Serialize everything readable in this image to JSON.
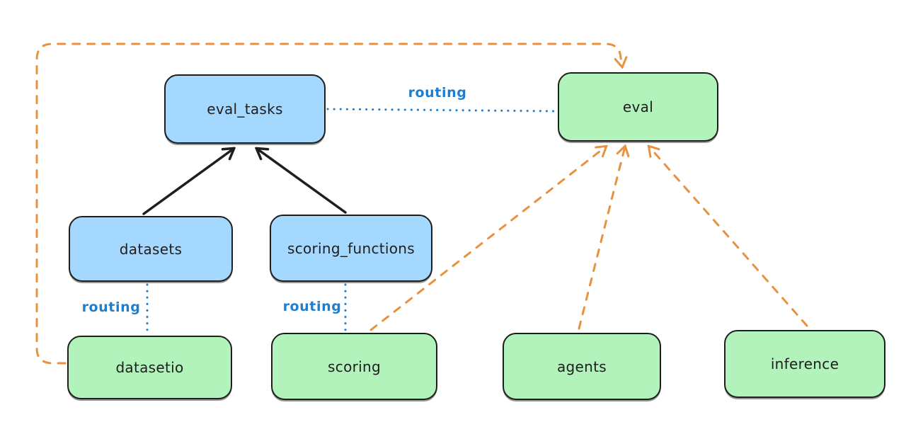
{
  "colors": {
    "blue_fill": "#a5d8ff",
    "green_fill": "#b2f2bb",
    "stroke": "#1e1e1e",
    "routing_blue": "#1f7ece",
    "orange": "#e8913f",
    "background": "#ffffff"
  },
  "nodes": {
    "eval_tasks": {
      "label": "eval_tasks",
      "color": "blue"
    },
    "datasets": {
      "label": "datasets",
      "color": "blue"
    },
    "scoring_functions": {
      "label": "scoring_functions",
      "color": "blue"
    },
    "eval": {
      "label": "eval",
      "color": "green"
    },
    "datasetio": {
      "label": "datasetio",
      "color": "green"
    },
    "scoring": {
      "label": "scoring",
      "color": "green"
    },
    "agents": {
      "label": "agents",
      "color": "green"
    },
    "inference": {
      "label": "inference",
      "color": "green"
    }
  },
  "labels": {
    "routing": "routing"
  },
  "edges": [
    {
      "from": "datasets",
      "to": "eval_tasks",
      "style": "solid-black-arrow"
    },
    {
      "from": "scoring_functions",
      "to": "eval_tasks",
      "style": "solid-black-arrow"
    },
    {
      "from": "eval_tasks",
      "to": "eval",
      "style": "dotted-blue",
      "label": "routing"
    },
    {
      "from": "datasets",
      "to": "datasetio",
      "style": "dotted-blue",
      "label": "routing"
    },
    {
      "from": "scoring_functions",
      "to": "scoring",
      "style": "dotted-blue",
      "label": "routing"
    },
    {
      "from": "datasetio",
      "to": "eval",
      "style": "dashed-orange-arrow"
    },
    {
      "from": "scoring",
      "to": "eval",
      "style": "dashed-orange-arrow"
    },
    {
      "from": "agents",
      "to": "eval",
      "style": "dashed-orange-arrow"
    },
    {
      "from": "inference",
      "to": "eval",
      "style": "dashed-orange-arrow"
    }
  ]
}
